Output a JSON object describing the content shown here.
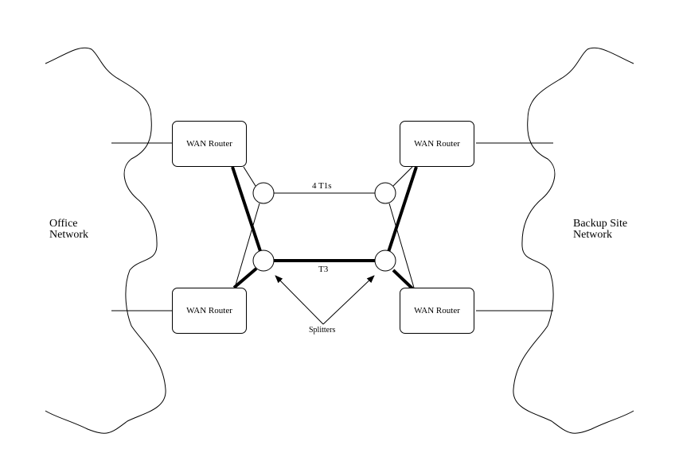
{
  "office_network": {
    "line1": "Office",
    "line2": "Network"
  },
  "backup_network": {
    "line1": "Backup Site",
    "line2": "Network"
  },
  "routers": [
    "WAN Router",
    "WAN Router",
    "WAN Router",
    "WAN Router"
  ],
  "links": {
    "t1": "4 T1s",
    "t3": "T3"
  },
  "splitters_label": "Splitters"
}
